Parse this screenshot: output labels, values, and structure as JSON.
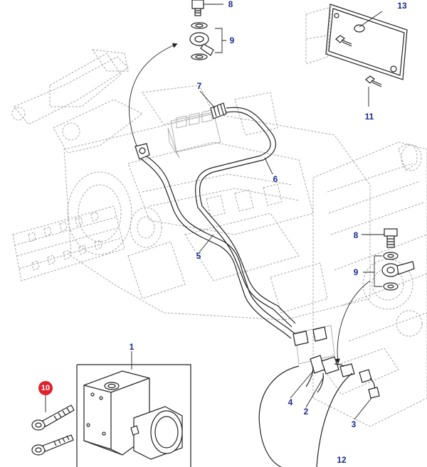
{
  "callouts": {
    "c1": "1",
    "c2": "2",
    "c3": "3",
    "c4": "4",
    "c5": "5",
    "c6": "6",
    "c7": "7",
    "c8_top": "8",
    "c8_mid": "8",
    "c9_top": "9",
    "c9_mid": "9",
    "c10": "10",
    "c11": "11",
    "c12": "12",
    "c13": "13"
  },
  "colors": {
    "line": "#222222",
    "ghost": "#9a9a9a",
    "callout_text": "#1a2a8a",
    "highlight_badge": "#e0202a"
  }
}
